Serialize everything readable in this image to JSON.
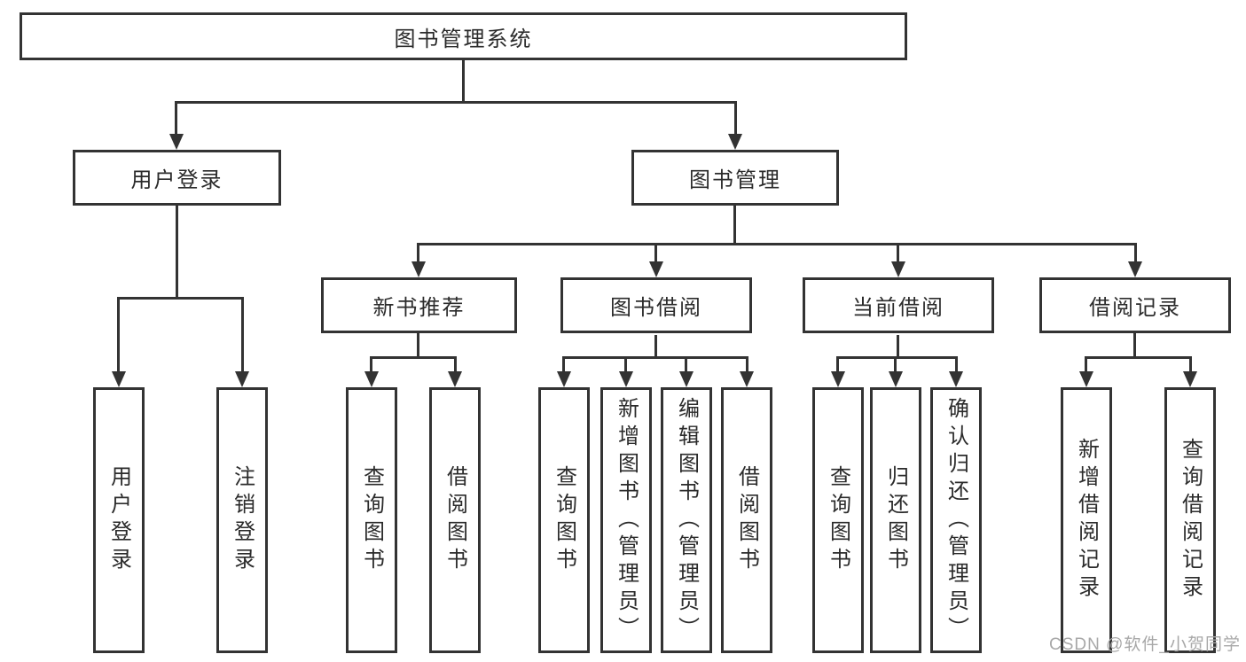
{
  "title": "图书管理系统",
  "level2": {
    "login": "用户登录",
    "management": "图书管理"
  },
  "level3": {
    "new_book": "新书推荐",
    "borrow": "图书借阅",
    "current": "当前借阅",
    "record": "借阅记录"
  },
  "leaves": {
    "login": [
      "用户登录",
      "注销登录"
    ],
    "new_book": [
      "查询图书",
      "借阅图书"
    ],
    "borrow": [
      "查询图书",
      "新增图书（管理员）",
      "编辑图书（管理员）",
      "借阅图书"
    ],
    "current": [
      "查询图书",
      "归还图书",
      "确认归还（管理员）"
    ],
    "record": [
      "新增借阅记录",
      "查询借阅记录"
    ]
  },
  "watermark": "CSDN @软件_小贺同学",
  "colors": {
    "line": "#333333",
    "text": "#2b2b2b",
    "watermark": "#a8a8a8",
    "background": "#ffffff"
  }
}
